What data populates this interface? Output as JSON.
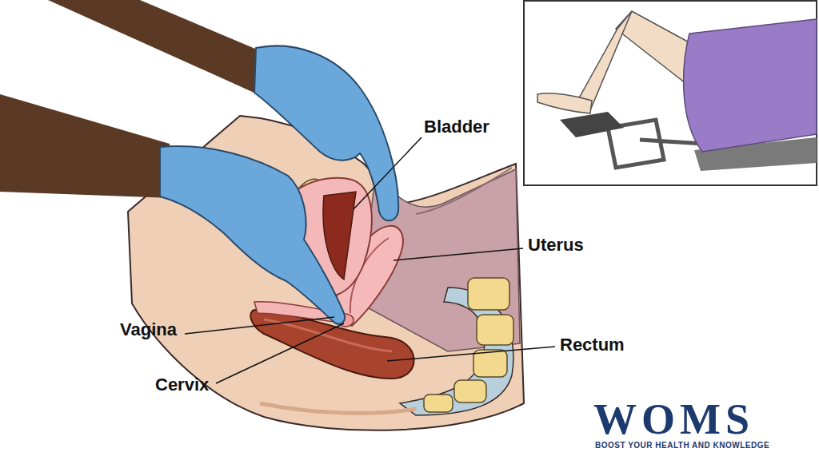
{
  "diagram": {
    "labels": [
      "Bladder",
      "Uterus",
      "Vagina",
      "Cervix",
      "Rectum",
      "WOMS",
      "BOOST YOUR HEALTH AND KNOWLEDGE"
    ]
  }
}
